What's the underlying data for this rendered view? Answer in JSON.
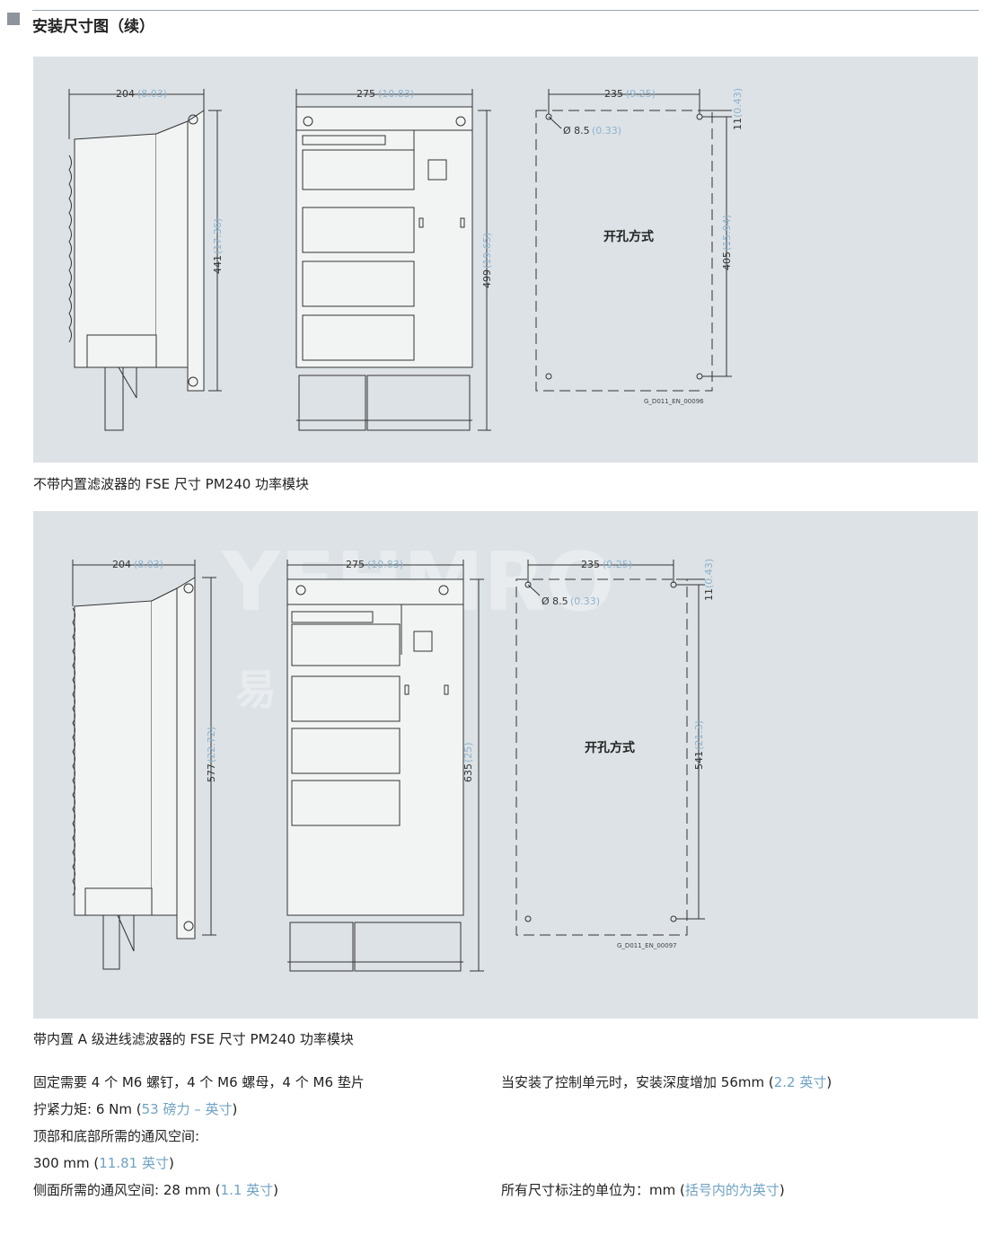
{
  "header": {
    "title": "安装尺寸图（续）"
  },
  "panel1": {
    "side_width": "204",
    "side_width_in": "(8.03)",
    "side_height": "441",
    "side_height_in": "(17.36)",
    "front_width": "275",
    "front_width_in": "(10.83)",
    "front_height": "499",
    "front_height_in": "(19.65)",
    "hole_width": "235",
    "hole_width_in": "(9.25)",
    "hole_height": "405",
    "hole_height_in": "(15.94)",
    "offset": "11",
    "offset_in": "(0.43)",
    "hole_dia": "Ø 8.5",
    "hole_dia_in": "(0.33)",
    "drill_label": "开孔方式",
    "drawing_code": "G_D011_EN_00096",
    "caption": "不带内置滤波器的 FSE 尺寸 PM240 功率模块"
  },
  "panel2": {
    "side_width": "204",
    "side_width_in": "(8.03)",
    "side_height": "577",
    "side_height_in": "(22.72)",
    "front_width": "275",
    "front_width_in": "(10.83)",
    "front_height": "635",
    "front_height_in": "(25)",
    "hole_width": "235",
    "hole_width_in": "(9.25)",
    "hole_height": "541",
    "hole_height_in": "(21.3)",
    "offset": "11",
    "offset_in": "(0.43)",
    "hole_dia": "Ø 8.5",
    "hole_dia_in": "(0.33)",
    "drill_label": "开孔方式",
    "drawing_code": "G_D011_EN_00097",
    "caption": "带内置 A 级进线滤波器的 FSE 尺寸 PM240 功率模块"
  },
  "notes": {
    "fix": "固定需要 4 个 M6 螺钉，4 个 M6 螺母，4 个 M6 垫片",
    "torque_prefix": "拧紧力矩: 6 Nm (",
    "torque_blue": "53 磅力 – 英寸",
    "torque_suffix": ")",
    "vent_tb": "顶部和底部所需的通风空间:",
    "vent_tb_value_prefix": "300 mm (",
    "vent_tb_value_blue": "11.81 英寸",
    "vent_tb_value_suffix": ")",
    "vent_side_prefix": "侧面所需的通风空间: 28 mm (",
    "vent_side_blue": "1.1 英寸",
    "vent_side_suffix": ")",
    "depth_prefix": "当安装了控制单元时，安装深度增加 56mm (",
    "depth_blue": "2.2 英寸",
    "depth_suffix": ")",
    "units_prefix": "所有尺寸标注的单位为：mm (",
    "units_blue": "括号内的为英寸",
    "units_suffix": ")"
  },
  "watermark": {
    "text": "YEHMRO",
    "sub": "易 控 工 品"
  }
}
